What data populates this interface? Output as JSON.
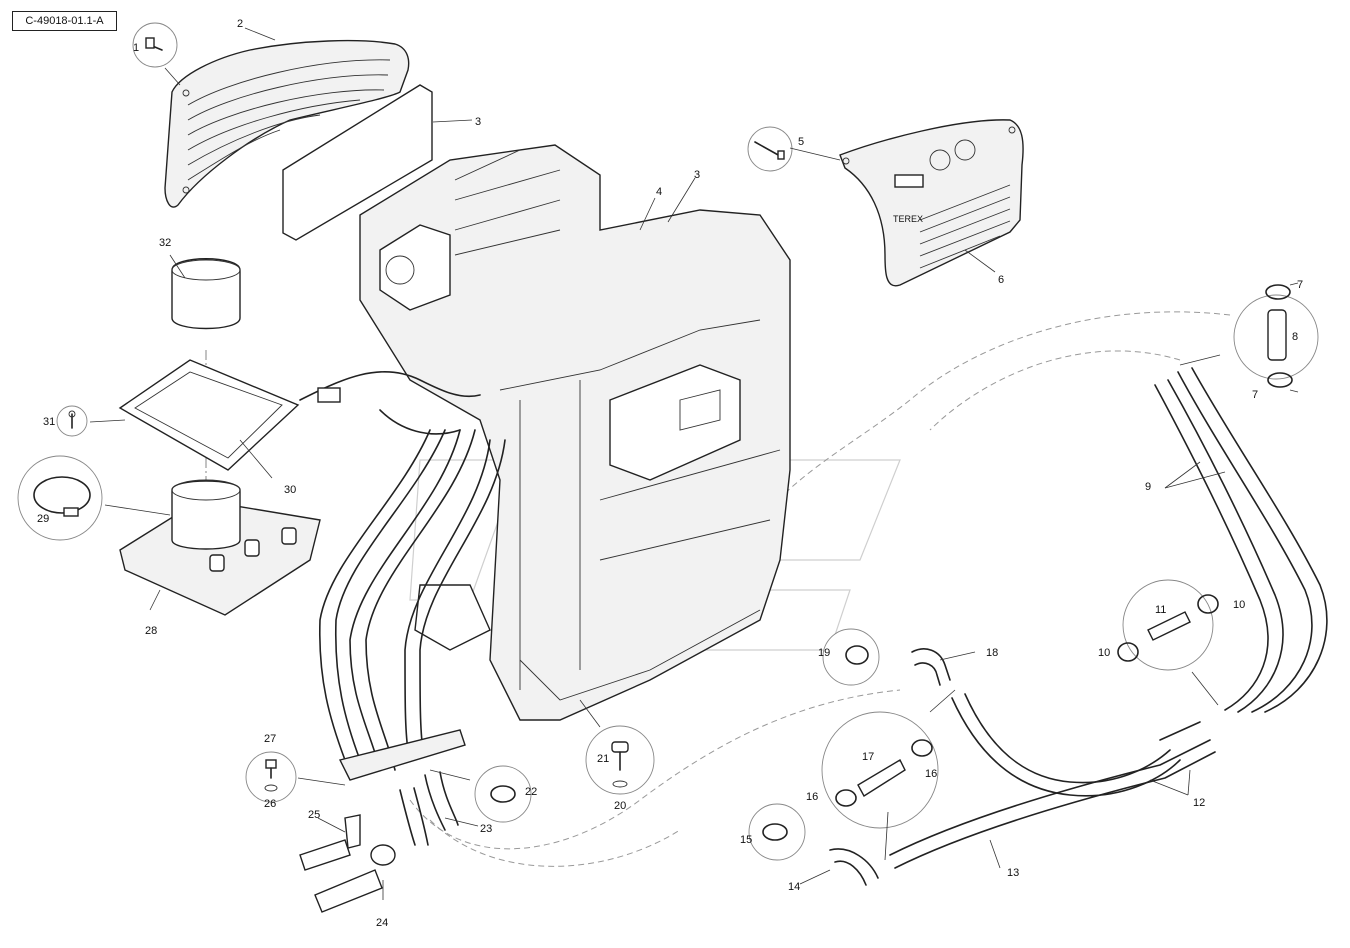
{
  "reference_code": "C-49018-01.1-A",
  "callouts": {
    "c1": "1",
    "c2": "2",
    "c3a": "3",
    "c3b": "3",
    "c4": "4",
    "c5": "5",
    "c6": "6",
    "c7a": "7",
    "c7b": "7",
    "c8": "8",
    "c9": "9",
    "c10a": "10",
    "c10b": "10",
    "c11": "11",
    "c12": "12",
    "c13": "13",
    "c14": "14",
    "c15": "15",
    "c16a": "16",
    "c16b": "16",
    "c17": "17",
    "c18": "18",
    "c19": "19",
    "c20": "20",
    "c21": "21",
    "c22": "22",
    "c23": "23",
    "c24": "24",
    "c25": "25",
    "c26": "26",
    "c27": "27",
    "c28": "28",
    "c29": "29",
    "c30": "30",
    "c31": "31",
    "c32": "32"
  },
  "panel_brand": "TEREX"
}
